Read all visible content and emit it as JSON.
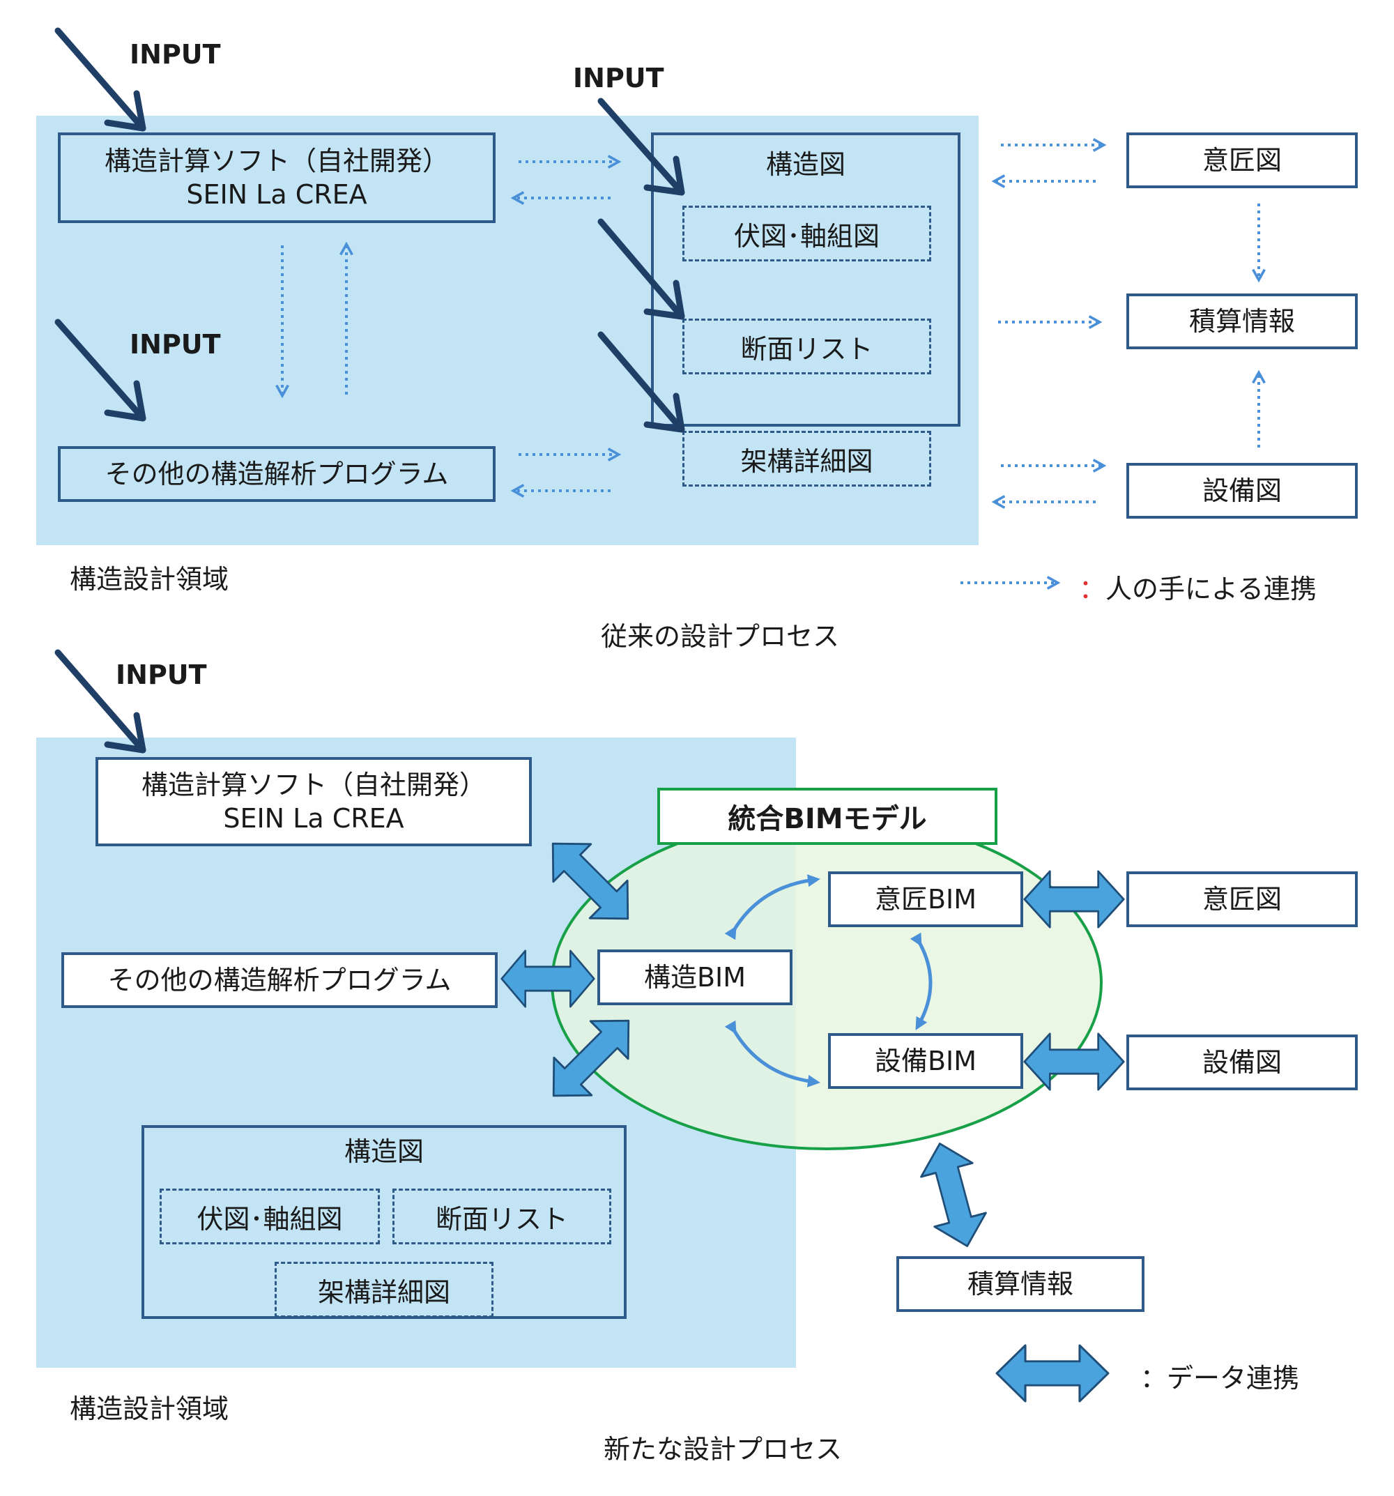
{
  "top": {
    "input_labels": [
      "INPUT",
      "INPUT",
      "INPUT"
    ],
    "software_line1": "構造計算ソフト（自社開発）",
    "software_line2": "SEIN La CREA",
    "other_program": "その他の構造解析プログラム",
    "structural_drawing": "構造図",
    "framing_plan": "伏図･軸組図",
    "section_list": "断面リスト",
    "frame_detail": "架構詳細図",
    "design_drawing": "意匠図",
    "cost_info": "積算情報",
    "equipment_drawing": "設備図",
    "region_label": "構造設計領域",
    "legend_colon": "：",
    "legend_text": "人の手による連携",
    "caption": "従来の設計プロセス"
  },
  "bottom": {
    "input_label": "INPUT",
    "software_line1": "構造計算ソフト（自社開発）",
    "software_line2": "SEIN La CREA",
    "other_program": "その他の構造解析プログラム",
    "integrated_bim": "統合BIMモデル",
    "structural_bim": "構造BIM",
    "design_bim": "意匠BIM",
    "equipment_bim": "設備BIM",
    "design_drawing": "意匠図",
    "equipment_drawing": "設備図",
    "cost_info": "積算情報",
    "structural_drawing": "構造図",
    "framing_plan": "伏図･軸組図",
    "section_list": "断面リスト",
    "frame_detail": "架構詳細図",
    "region_label": "構造設計領域",
    "legend_text": "：データ連携",
    "caption": "新たな設計プロセス"
  },
  "colors": {
    "region_fill": "#c2e4f5",
    "box_border": "#2e5a8a",
    "input_arrow": "#1f3f66",
    "dotted_arrow": "#4a90d9",
    "data_arrow": "#4aa3dd",
    "bim_green": "#18a048",
    "bim_fill": "#e6f5df"
  }
}
